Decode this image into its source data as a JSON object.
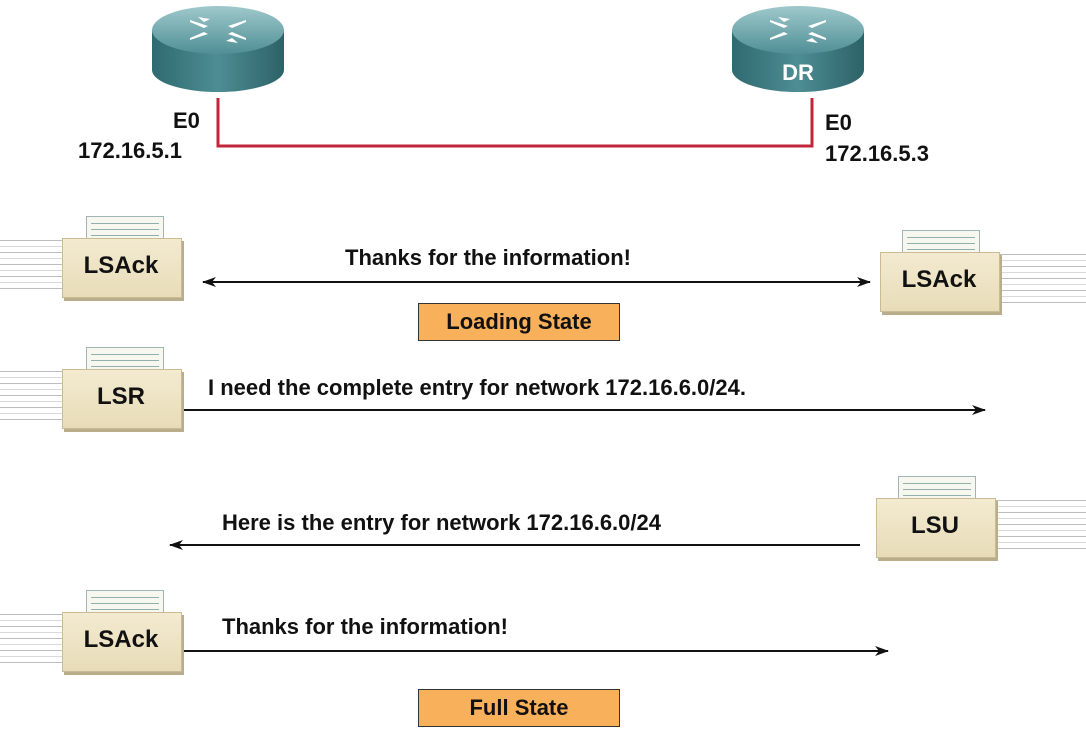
{
  "routers": {
    "left": {
      "interface": "E0",
      "ip": "172.16.5.1"
    },
    "right": {
      "badge": "DR",
      "interface": "E0",
      "ip": "172.16.5.3"
    }
  },
  "colors": {
    "link": "#c0273a",
    "state_fill": "#f8b05a",
    "router_body": "#3f7f86",
    "envelope": "#efe4c6"
  },
  "exchange": [
    {
      "packet": "LSAck",
      "message": "Thanks for the information!",
      "direction": "both"
    },
    {
      "packet": "LSR",
      "message": "I need the complete entry for network 172.16.6.0/24.",
      "direction": "left-to-right"
    },
    {
      "packet": "LSU",
      "message": "Here is the entry for network 172.16.6.0/24",
      "direction": "right-to-left"
    },
    {
      "packet": "LSAck",
      "message": "Thanks for the information!",
      "direction": "left-to-right"
    }
  ],
  "packets_extra": {
    "right_lsack": "LSAck"
  },
  "states": {
    "loading": "Loading State",
    "full": "Full State"
  }
}
